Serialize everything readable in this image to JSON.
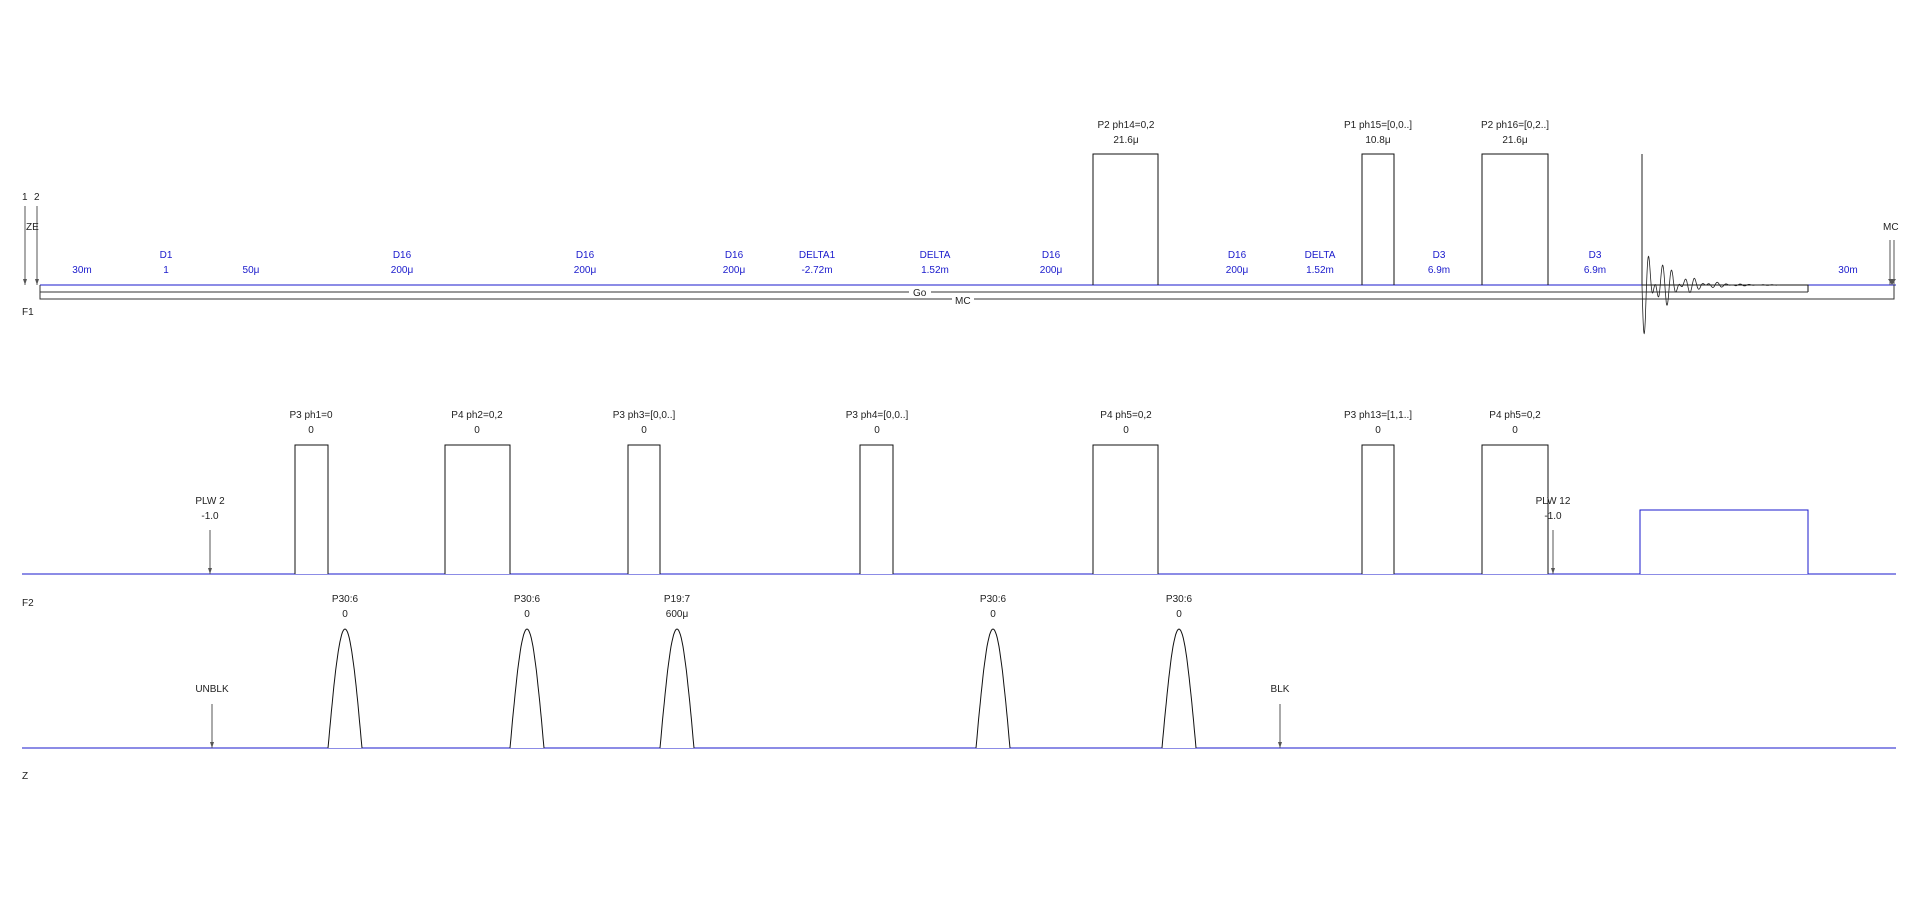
{
  "colors": {
    "baseline": "#1a1acc",
    "pulse": "#111111",
    "delay_text": "#1a1acc",
    "label_text": "#222222",
    "marker": "#555555"
  },
  "channels": [
    {
      "id": "F1",
      "label": "F1"
    },
    {
      "id": "F2",
      "label": "F2"
    },
    {
      "id": "Z",
      "label": "Z"
    }
  ],
  "f1": {
    "start_markers": [
      {
        "label": "1"
      },
      {
        "label": "2"
      }
    ],
    "ze_label": "ZE",
    "mc_end_label": "MC",
    "go_label": "Go",
    "mc_loop_label": "MC",
    "delays": [
      {
        "name": "",
        "value": "30m"
      },
      {
        "name": "D1",
        "value": "1"
      },
      {
        "name": "",
        "value": "50μ"
      },
      {
        "name": "D16",
        "value": "200μ"
      },
      {
        "name": "D16",
        "value": "200μ"
      },
      {
        "name": "D16",
        "value": "200μ"
      },
      {
        "name": "DELTA1",
        "value": "-2.72m"
      },
      {
        "name": "DELTA",
        "value": "1.52m"
      },
      {
        "name": "D16",
        "value": "200μ"
      },
      {
        "name": "D16",
        "value": "200μ"
      },
      {
        "name": "DELTA",
        "value": "1.52m"
      },
      {
        "name": "D3",
        "value": "6.9m"
      },
      {
        "name": "D3",
        "value": "6.9m"
      },
      {
        "name": "",
        "value": "30m"
      }
    ],
    "pulses": [
      {
        "label": "P2 ph14=0,2",
        "value": "21.6μ"
      },
      {
        "label": "P1 ph15=[0,0..]",
        "value": "10.8μ"
      },
      {
        "label": "P2 ph16=[0,2..]",
        "value": "21.6μ"
      }
    ]
  },
  "f2": {
    "pulses": [
      {
        "label": "P3 ph1=0",
        "value": "0"
      },
      {
        "label": "P4 ph2=0,2",
        "value": "0"
      },
      {
        "label": "P3 ph3=[0,0..]",
        "value": "0"
      },
      {
        "label": "P3 ph4=[0,0..]",
        "value": "0"
      },
      {
        "label": "P4 ph5=0,2",
        "value": "0"
      },
      {
        "label": "P3 ph13=[1,1..]",
        "value": "0"
      },
      {
        "label": "P4 ph5=0,2",
        "value": "0"
      }
    ],
    "power_markers": [
      {
        "label": "PLW 2",
        "value": "-1.0"
      },
      {
        "label": "PLW 12",
        "value": "-1.0"
      }
    ]
  },
  "z": {
    "gradients": [
      {
        "label": "P30:6",
        "value": "0"
      },
      {
        "label": "P30:6",
        "value": "0"
      },
      {
        "label": "P19:7",
        "value": "600μ"
      },
      {
        "label": "P30:6",
        "value": "0"
      },
      {
        "label": "P30:6",
        "value": "0"
      }
    ],
    "markers": [
      {
        "label": "UNBLK"
      },
      {
        "label": "BLK"
      }
    ]
  }
}
